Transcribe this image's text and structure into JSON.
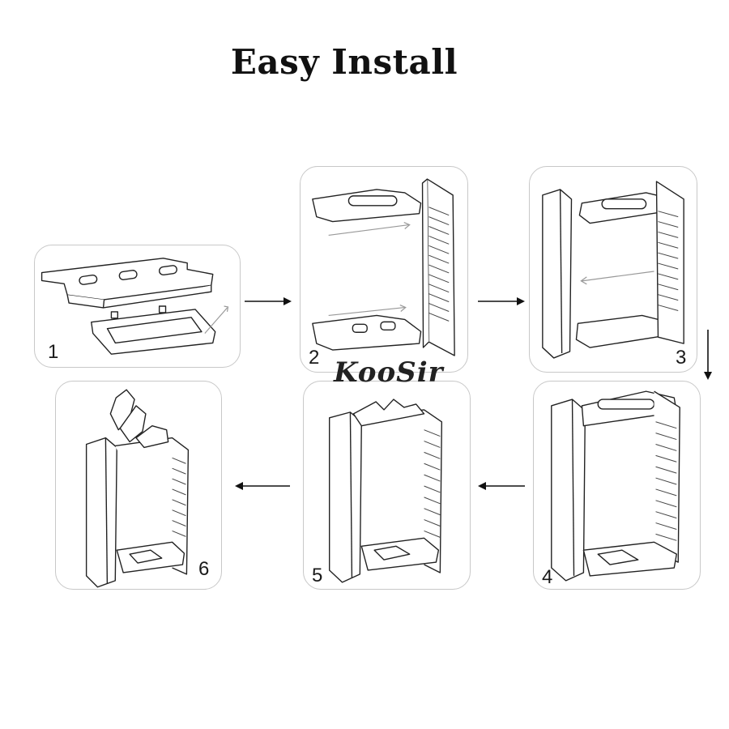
{
  "title": "Easy Install",
  "brand": "KooSir",
  "steps": [
    {
      "number": "1"
    },
    {
      "number": "2"
    },
    {
      "number": "3"
    },
    {
      "number": "4"
    },
    {
      "number": "5"
    },
    {
      "number": "6"
    }
  ]
}
